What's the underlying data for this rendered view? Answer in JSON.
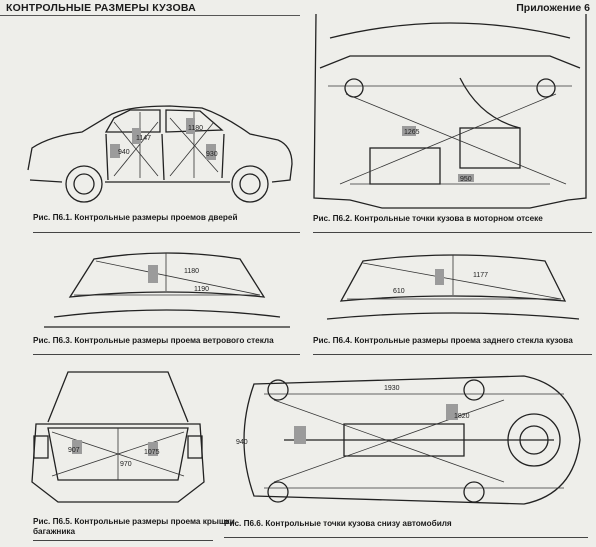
{
  "header": {
    "section_title": "КОНТРОЛЬНЫЕ РАЗМЕРЫ КУЗОВА",
    "appendix": "Приложение 6"
  },
  "figures": [
    {
      "caption": "Рис. П6.1. Контрольные размеры проемов дверей",
      "labels": [
        "940",
        "1147",
        "1180",
        "930"
      ]
    },
    {
      "caption": "Рис. П6.2. Контрольные точки кузова в моторном отсеке",
      "labels": [
        "1265",
        "950"
      ]
    },
    {
      "caption": "Рис. П6.3. Контрольные размеры проема ветрового стекла",
      "labels": [
        "1180",
        "1190"
      ]
    },
    {
      "caption": "Рис. П6.4. Контрольные размеры проема заднего стекла кузова",
      "labels": [
        "1177",
        "610"
      ]
    },
    {
      "caption_line1": "Рис. П6.5. Контрольные размеры проема крышки",
      "caption_line2": "багажника",
      "labels": [
        "907",
        "970",
        "1075"
      ]
    },
    {
      "caption": "Рис. П6.6. Контрольные точки кузова снизу автомобиля",
      "labels": [
        "1930",
        "940",
        "1820"
      ]
    }
  ]
}
